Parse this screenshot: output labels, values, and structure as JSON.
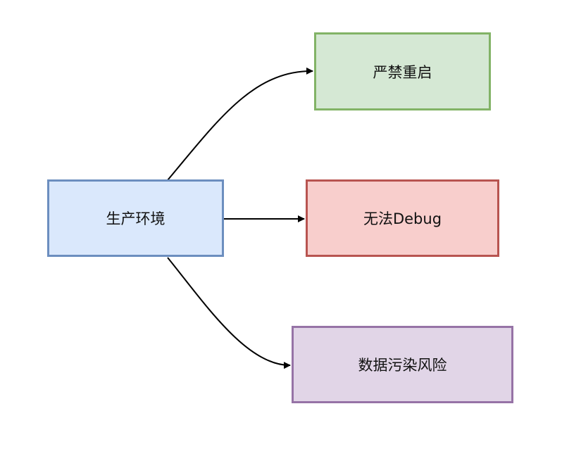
{
  "nodes": {
    "source": {
      "label": "生产环境",
      "fill": "#dae8fc",
      "stroke": "#6c8ebf"
    },
    "no_reboot": {
      "label": "严禁重启",
      "fill": "#d5e8d4",
      "stroke": "#82b366"
    },
    "no_debug": {
      "label": "无法Debug",
      "fill": "#f8cecc",
      "stroke": "#b85450"
    },
    "data_risk": {
      "label": "数据污染风险",
      "fill": "#e1d5e7",
      "stroke": "#9673a6"
    }
  },
  "edges": [
    {
      "from": "source",
      "to": "no_reboot"
    },
    {
      "from": "source",
      "to": "no_debug"
    },
    {
      "from": "source",
      "to": "data_risk"
    }
  ],
  "edge_color": "#000000"
}
